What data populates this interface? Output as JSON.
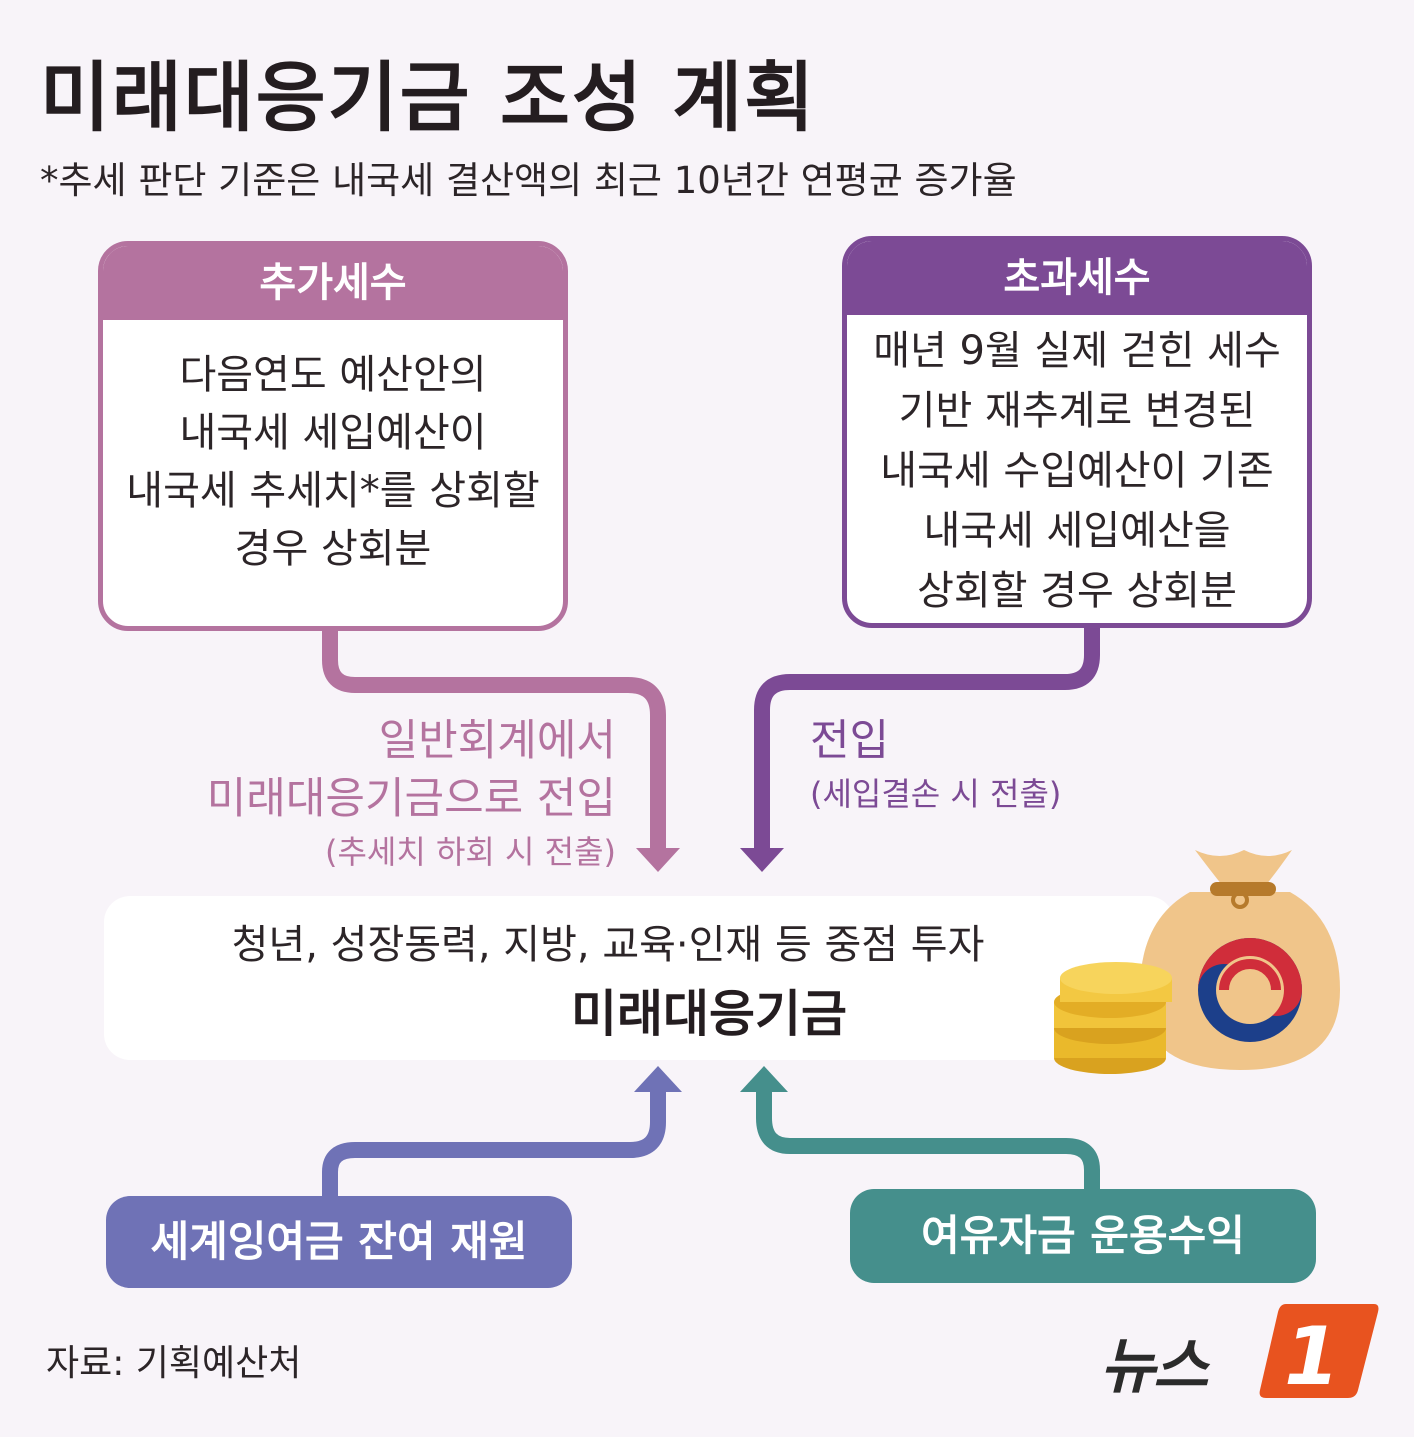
{
  "title": "미래대응기금 조성 계획",
  "subtitle": "*추세 판단 기준은 내국세 결산액의 최근 10년간 연평균 증가율",
  "boxes": {
    "left": {
      "header": "추가세수",
      "lines": [
        "다음연도 예산안의",
        "내국세 세입예산이",
        "내국세 추세치*를 상회할",
        "경우 상회분"
      ]
    },
    "right": {
      "header": "초과세수",
      "lines": [
        "매년 9월 실제 걷힌 세수",
        "기반 재추계로 변경된",
        "내국세 수입예산이 기존",
        "내국세 세입예산을",
        "상회할 경우 상회분"
      ]
    }
  },
  "flows": {
    "left": {
      "line1": "일반회계에서",
      "line2": "미래대응기금으로 전입",
      "note": "(추세치 하회 시 전출)"
    },
    "right": {
      "line1": "전입",
      "note": "(세입결손 시 전출)"
    }
  },
  "fund": {
    "subtitle": "청년, 성장동력, 지방, 교육·인재  등 중점 투자",
    "name": "미래대응기금"
  },
  "sources_bottom": {
    "left": "세계잉여금 잔여 재원",
    "right": "여유자금 운용수익"
  },
  "source_note": "자료: 기획예산처",
  "logo": {
    "text": "뉴스",
    "number": "1"
  },
  "colors": {
    "background": "#f8f4f9",
    "extra_tax": "#b4739f",
    "excess_tax": "#7c4a95",
    "surplus": "#6f72b6",
    "investment": "#458f8c",
    "logo_orange": "#e8531f"
  },
  "icons": [
    "money-bag-icon",
    "gold-coins-icon",
    "taegeuk-icon"
  ]
}
